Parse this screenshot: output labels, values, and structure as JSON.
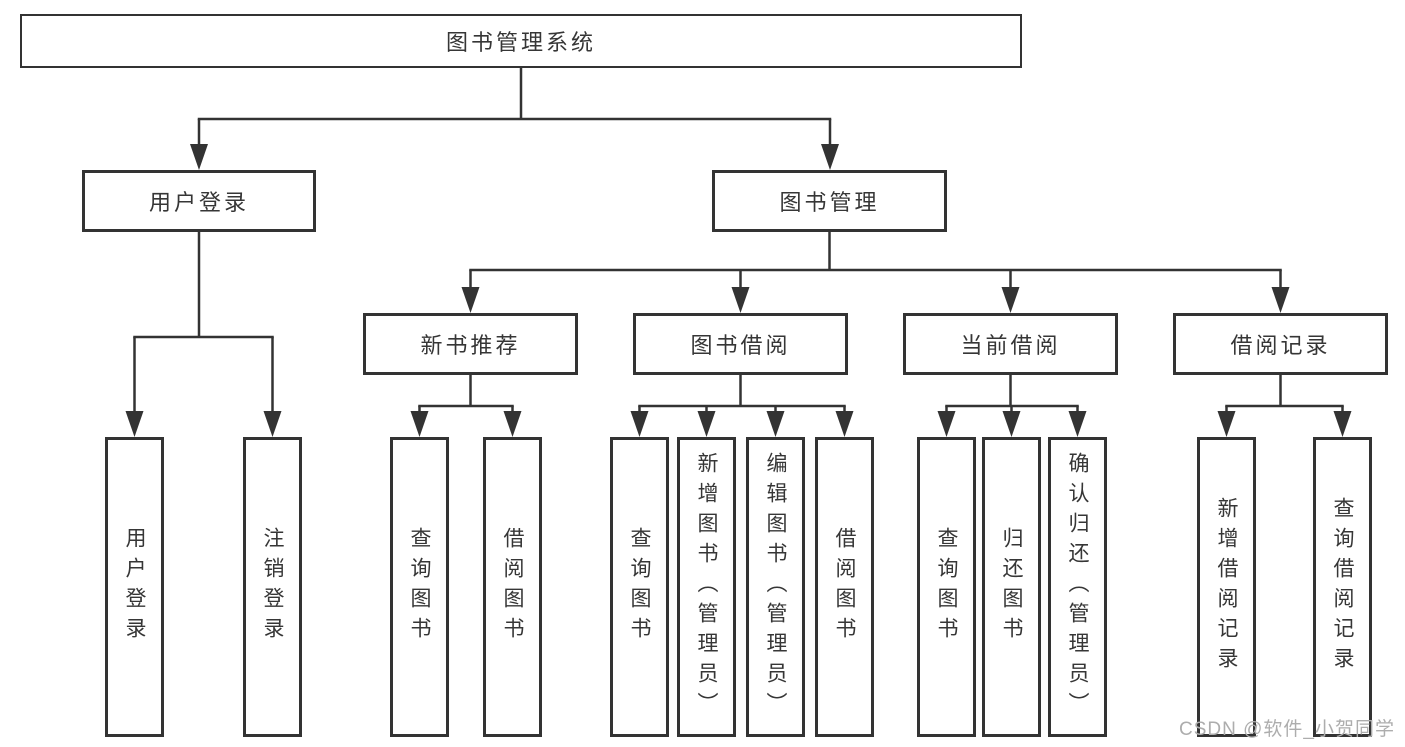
{
  "colors": {
    "line": "#333333",
    "text": "#363636",
    "watermark": "#adadad",
    "background": "#ffffff"
  },
  "watermark": "CSDN @软件_小贺同学",
  "tree": {
    "label": "图书管理系统",
    "children": [
      {
        "label": "用户登录",
        "children": [
          {
            "label": "用户登录"
          },
          {
            "label": "注销登录"
          }
        ]
      },
      {
        "label": "图书管理",
        "children": [
          {
            "label": "新书推荐",
            "children": [
              {
                "label": "查询图书"
              },
              {
                "label": "借阅图书"
              }
            ]
          },
          {
            "label": "图书借阅",
            "children": [
              {
                "label": "查询图书"
              },
              {
                "label": "新增图书（管理员）"
              },
              {
                "label": "编辑图书（管理员）"
              },
              {
                "label": "借阅图书"
              }
            ]
          },
          {
            "label": "当前借阅",
            "children": [
              {
                "label": "查询图书"
              },
              {
                "label": "归还图书"
              },
              {
                "label": "确认归还（管理员）"
              }
            ]
          },
          {
            "label": "借阅记录",
            "children": [
              {
                "label": "新增借阅记录"
              },
              {
                "label": "查询借阅记录"
              }
            ]
          }
        ]
      }
    ]
  }
}
